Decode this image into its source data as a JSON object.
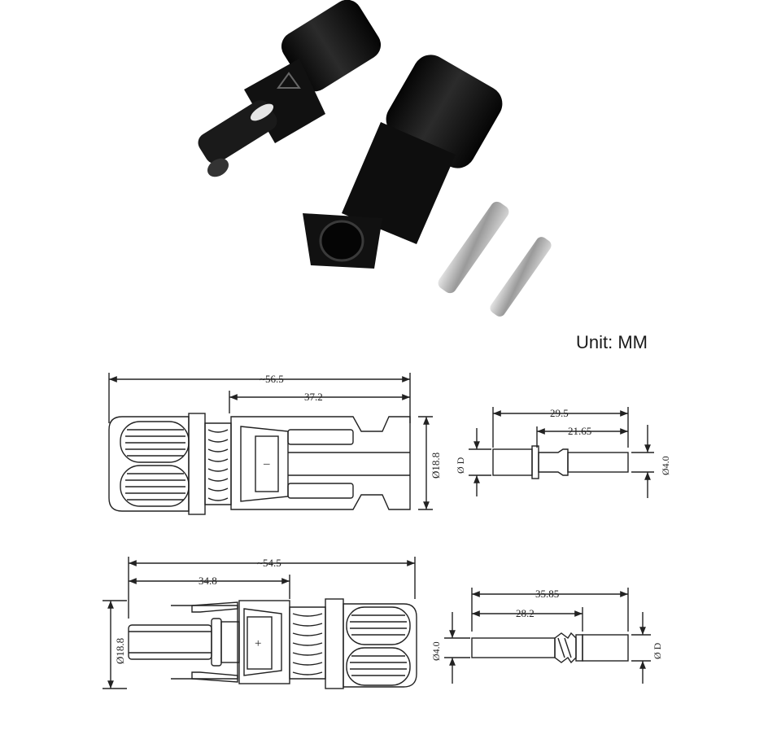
{
  "unit_label": "Unit: MM",
  "colors": {
    "connector_body": "#111111",
    "line": "#222222",
    "metal": "#b9b9b9"
  },
  "female_connector": {
    "overall_length": "~56.5",
    "body_length": "37.2",
    "diameter": "Ø18.8",
    "polarity": "–"
  },
  "male_connector": {
    "overall_length": "~54.5",
    "body_length": "34.8",
    "diameter": "Ø18.8",
    "polarity": "+"
  },
  "female_pin": {
    "overall_length": "29.5",
    "pin_length": "21.65",
    "left_diameter": "Ø D",
    "right_diameter": "Ø4.0"
  },
  "male_pin": {
    "overall_length": "35.85",
    "pin_length": "28.2",
    "left_diameter": "Ø4.0",
    "right_diameter": "Ø D"
  }
}
